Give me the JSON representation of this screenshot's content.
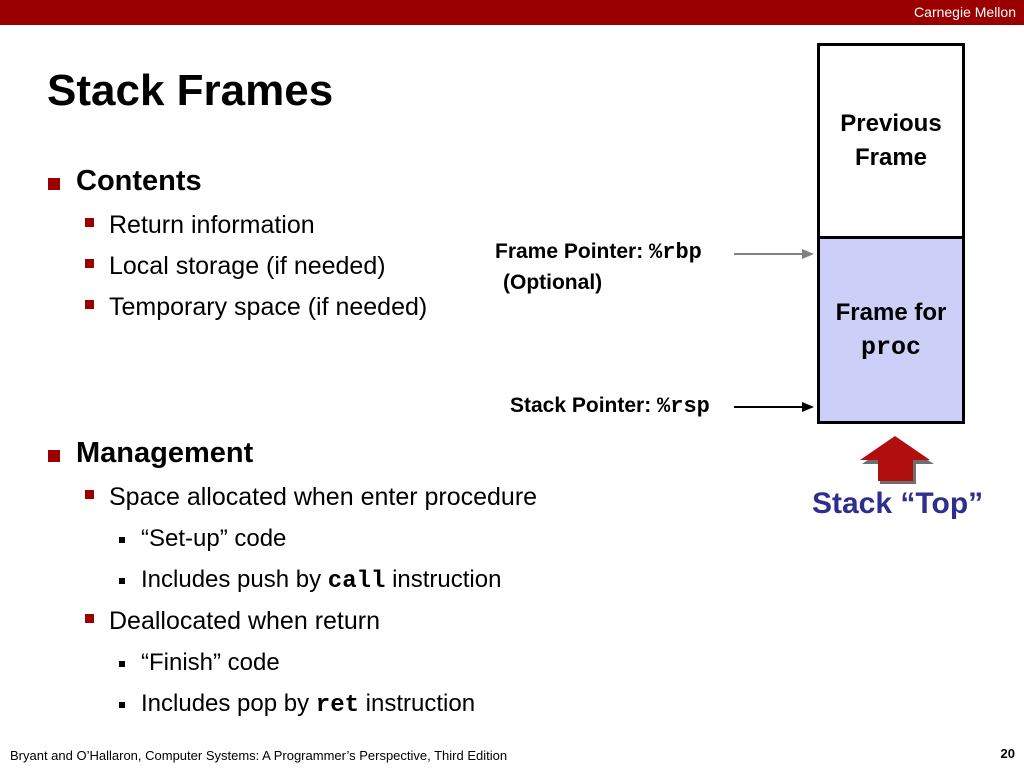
{
  "header": {
    "institution": "Carnegie Mellon"
  },
  "title": "Stack Frames",
  "contents": {
    "heading": "Contents",
    "items": [
      "Return information",
      "Local storage (if needed)",
      "Temporary space (if needed)"
    ]
  },
  "management": {
    "heading": "Management",
    "alloc": "Space allocated when enter procedure",
    "setup": "“Set-up” code",
    "push_pre": "Includes push by ",
    "push_code": "call",
    "push_post": " instruction",
    "dealloc": "Deallocated when return",
    "finish": "“Finish” code",
    "pop_pre": "Includes pop by ",
    "pop_code": "ret",
    "pop_post": " instruction"
  },
  "diagram": {
    "frame_pointer_label": "Frame Pointer: ",
    "frame_pointer_reg": "%rbp",
    "optional": "(Optional)",
    "stack_pointer_label": "Stack Pointer: ",
    "stack_pointer_reg": "%rsp",
    "previous_frame_1": "Previous",
    "previous_frame_2": "Frame",
    "frame_for": "Frame for",
    "proc": "proc",
    "stack_top": "Stack “Top”",
    "colors": {
      "frame_fill": "#cccff7",
      "accent": "#9b0000",
      "stack_top_text": "#2e2e8f",
      "arrow_gray": "#808080"
    }
  },
  "footer": {
    "citation": "Bryant and O’Hallaron, Computer Systems: A Programmer’s Perspective, Third Edition",
    "page": "20"
  }
}
